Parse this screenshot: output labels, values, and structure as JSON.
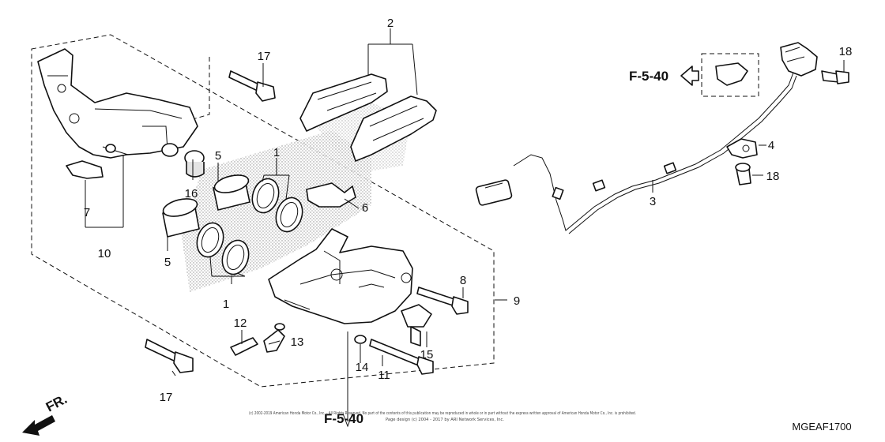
{
  "diagram": {
    "callouts": [
      "1",
      "1",
      "2",
      "3",
      "4",
      "5",
      "5",
      "6",
      "7",
      "8",
      "9",
      "10",
      "11",
      "12",
      "13",
      "14",
      "15",
      "16",
      "17",
      "17",
      "18",
      "18"
    ],
    "reference_top": "F-5-40",
    "reference_bottom": "F-5-40",
    "front_label": "FR.",
    "diagram_code": "MGEAF1700",
    "copyright_line1": "(c) 2002-2019 American Honda Motor Co., Inc. - All Rights Reserved. No part of the contents of this publication may be reproduced in whole or in part without the express written approval of American Honda Motor Co., Inc. is prohibited.",
    "copyright_line2": "Page design (c) 2004 - 2017 by ARI Network Services, Inc."
  }
}
